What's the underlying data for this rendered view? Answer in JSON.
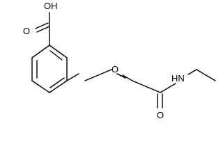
{
  "molecule": {
    "labels": {
      "hydroxyl": "OH",
      "carbonyl_acid_oxygen": "O",
      "ether_oxygen": "O",
      "amide_nitrogen": "HN",
      "amide_oxygen": "O"
    }
  },
  "colors": {
    "bond": "#000000",
    "text": "#000000",
    "background": "#ffffff"
  }
}
